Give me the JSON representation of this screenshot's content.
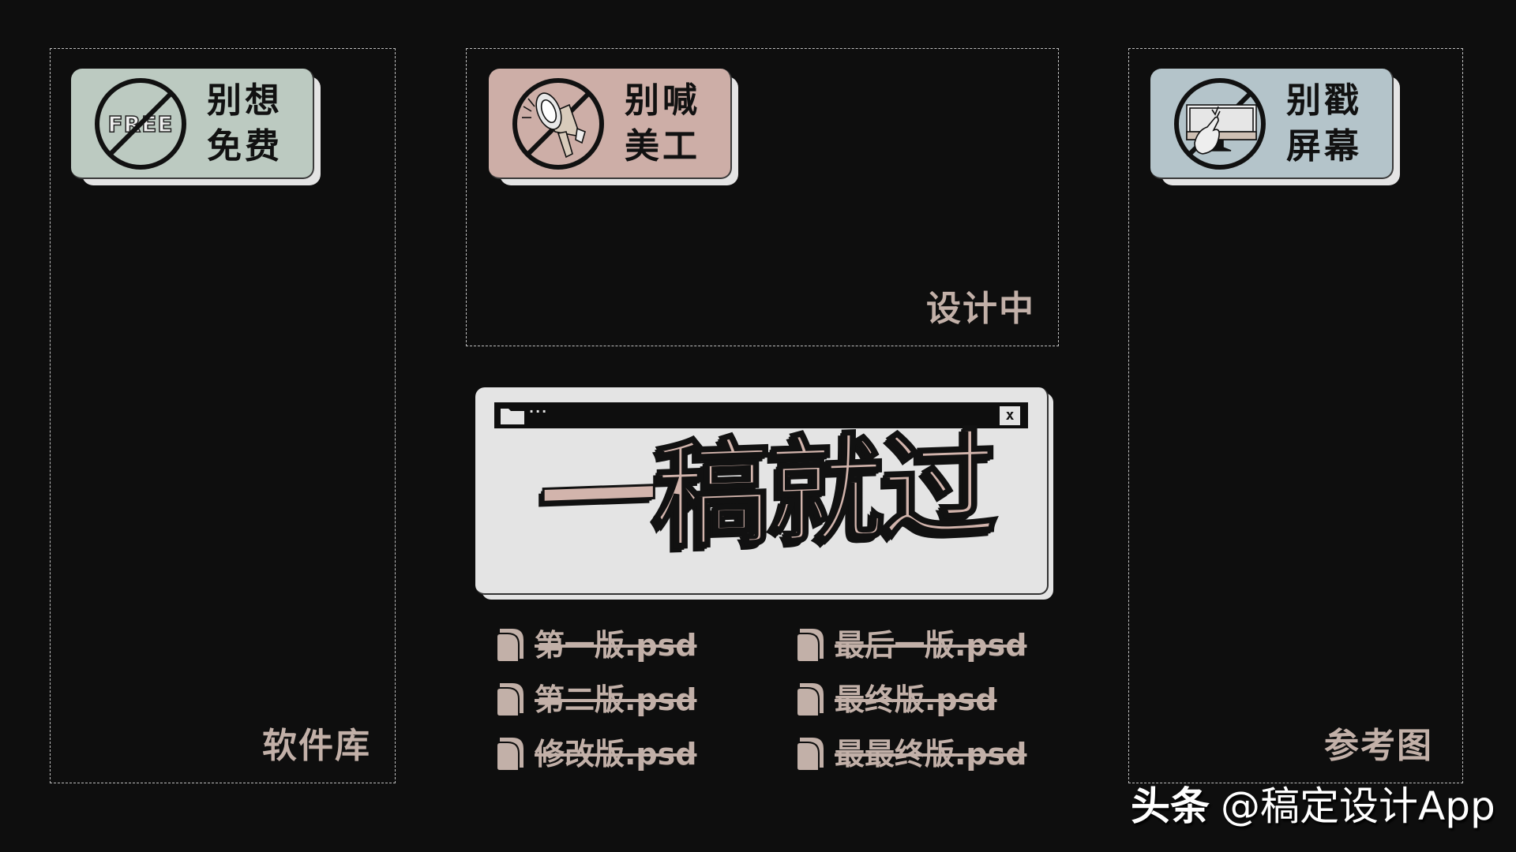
{
  "colors": {
    "background": "#0e0e0e",
    "dashed_border": "#bdbdbd",
    "label": "#c2b0a8",
    "badge_green": "#bccac1",
    "badge_pink": "#cdaea7",
    "badge_blue": "#b4c4ca",
    "card_light": "#e4e4e4",
    "headline_fill": "#d2b4ac"
  },
  "panels": {
    "left": {
      "label": "软件库",
      "badge": {
        "icon": "no-free-icon",
        "icon_text": "FREE",
        "line1": "别想",
        "line2": "免费"
      }
    },
    "middle": {
      "label": "设计中",
      "badge": {
        "icon": "no-megaphone-icon",
        "line1": "别喊",
        "line2": "美工"
      }
    },
    "right": {
      "label": "参考图",
      "badge": {
        "icon": "no-touch-screen-icon",
        "line1": "别戳",
        "line2": "屏幕"
      }
    }
  },
  "window": {
    "titlebar_icon": "folder-icon",
    "titlebar_dots": "···",
    "close_label": "x",
    "headline": "一稿就过"
  },
  "files": {
    "left_column": [
      "第一版.psd",
      "第二版.psd",
      "修改版.psd"
    ],
    "right_column": [
      "最后一版.psd",
      "最终版.psd",
      "最最终版.psd"
    ]
  },
  "watermark": {
    "brand": "头条",
    "handle": "@稿定设计App"
  }
}
